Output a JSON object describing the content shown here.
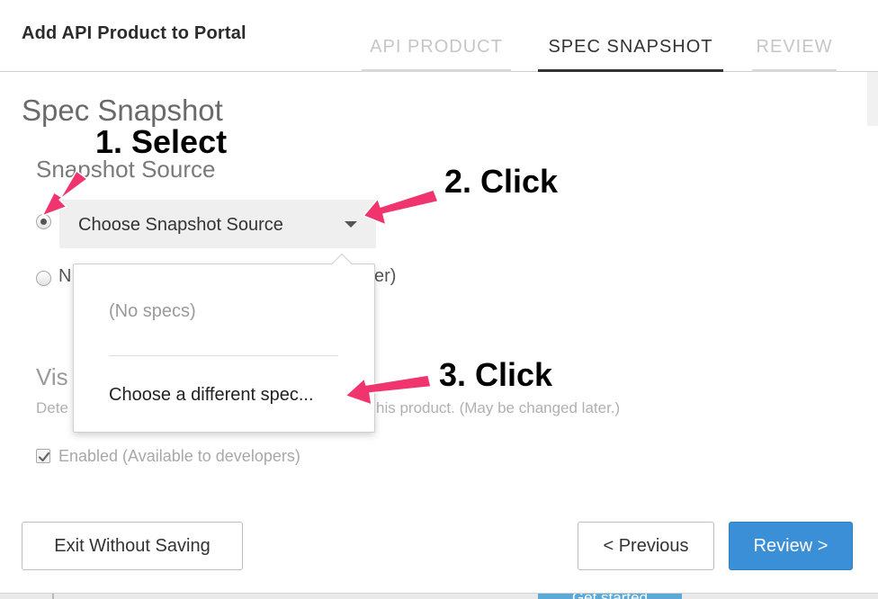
{
  "modal": {
    "title": "Add API Product to Portal",
    "tabs": [
      {
        "label": "API PRODUCT",
        "active": false
      },
      {
        "label": "SPEC SNAPSHOT",
        "active": true
      },
      {
        "label": "REVIEW",
        "active": false
      }
    ]
  },
  "content": {
    "section_title": "Spec Snapshot",
    "subsection_title": "Snapshot Source",
    "radio_options": [
      {
        "selected": true
      },
      {
        "label_start": "N",
        "label_end": "er)",
        "selected": false
      }
    ],
    "select": {
      "label": "Choose Snapshot Source"
    },
    "dropdown": {
      "items": [
        {
          "label": "(No specs)",
          "enabled": false
        },
        {
          "label": "Choose a different spec...",
          "enabled": true
        }
      ]
    },
    "visibility": {
      "title": "Vis",
      "description_start": "Dete",
      "description_end": "his product. (May be changed later.)",
      "checkbox_label": "Enabled (Available to developers)",
      "checkbox_checked": true
    }
  },
  "footer": {
    "exit_label": "Exit Without Saving",
    "previous_label": "< Previous",
    "review_label": "Review >"
  },
  "background": {
    "button_label": "Get started"
  },
  "annotations": [
    "1. Select",
    "2. Click",
    "3. Click"
  ],
  "colors": {
    "primary_button": "#3a8fd6",
    "annotation_arrow": "#f0346e",
    "active_tab": "#333333",
    "inactive_tab": "#c6c6c6"
  }
}
